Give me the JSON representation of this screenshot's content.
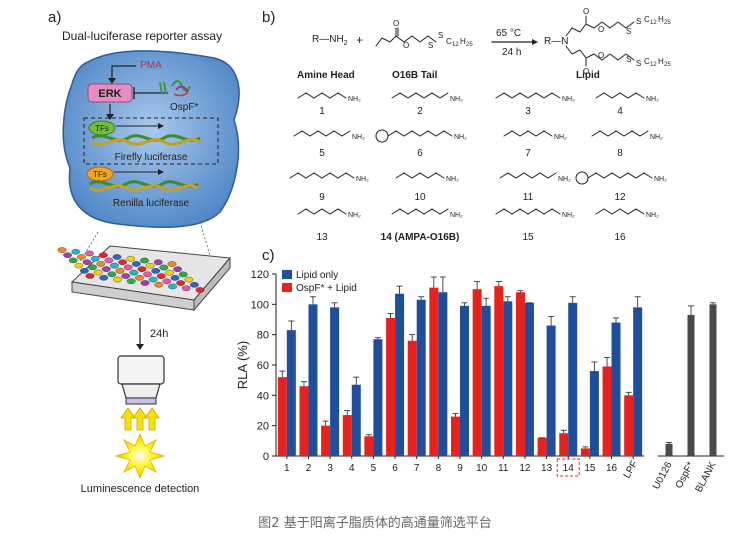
{
  "panel_a": {
    "label": "a)",
    "title": "Dual-luciferase reporter assay",
    "pma": "PMA",
    "erk": "ERK",
    "ospf": "OspF*",
    "tfs1": "TFs",
    "tfs2": "TFs",
    "firefly": "Firefly luciferase",
    "renilla": "Renilla luciferase",
    "time": "24h",
    "detection": "Luminescence detection"
  },
  "panel_b": {
    "label": "b)",
    "temp": "65 °C",
    "time": "24 h",
    "amine_head": "Amine Head",
    "tail": "O16B Tail",
    "lipid": "Lipid",
    "reactant1": "R—NH",
    "reactant1_sub": "2",
    "plus": "+",
    "product_r": "R—N",
    "numbers": [
      "1",
      "2",
      "3",
      "4",
      "5",
      "6",
      "7",
      "8",
      "9",
      "10",
      "11",
      "12",
      "13",
      "14 (AMPA-O16B)",
      "15",
      "16"
    ]
  },
  "panel_c": {
    "label": "c)"
  },
  "colors": {
    "lipid_only": "#1f4e9c",
    "ospf_lipid": "#e8211d",
    "control": "#4a4a4a",
    "highlight": "#e8211d"
  },
  "chart_data": [
    {
      "type": "bar",
      "ylabel": "RLA (%)",
      "ylim": [
        0,
        120
      ],
      "yticks": [
        0,
        20,
        40,
        60,
        80,
        100,
        120
      ],
      "categories": [
        "1",
        "2",
        "3",
        "4",
        "5",
        "6",
        "7",
        "8",
        "9",
        "10",
        "11",
        "12",
        "13",
        "14",
        "15",
        "16",
        "LPF"
      ],
      "highlight": "14",
      "legend": [
        "Lipid only",
        "OspF* + Lipid"
      ],
      "legend_position": "top-left",
      "series": [
        {
          "name": "OspF* + Lipid",
          "color": "#e8211d",
          "values": [
            52,
            46,
            20,
            27,
            13,
            91,
            76,
            111,
            26,
            110,
            112,
            108,
            12,
            15,
            5,
            59,
            40
          ],
          "errors": [
            4,
            3,
            3,
            3,
            1,
            3,
            4,
            7,
            2,
            5,
            3,
            1,
            0,
            2,
            1,
            6,
            2
          ]
        },
        {
          "name": "Lipid only",
          "color": "#1f4e9c",
          "values": [
            83,
            100,
            98,
            47,
            77,
            107,
            103,
            108,
            99,
            99,
            102,
            101,
            86,
            101,
            56,
            88,
            98
          ],
          "errors": [
            6,
            5,
            3,
            5,
            1,
            5,
            2,
            10,
            2,
            5,
            3,
            0,
            6,
            4,
            6,
            3,
            7
          ]
        }
      ]
    },
    {
      "type": "bar",
      "categories": [
        "U0126",
        "OspF*",
        "BLANK"
      ],
      "values": [
        8,
        93,
        100
      ],
      "errors": [
        1,
        6,
        1
      ],
      "ylim": [
        0,
        120
      ]
    }
  ],
  "caption": "图2 基于阳离子脂质体的高通量筛选平台"
}
